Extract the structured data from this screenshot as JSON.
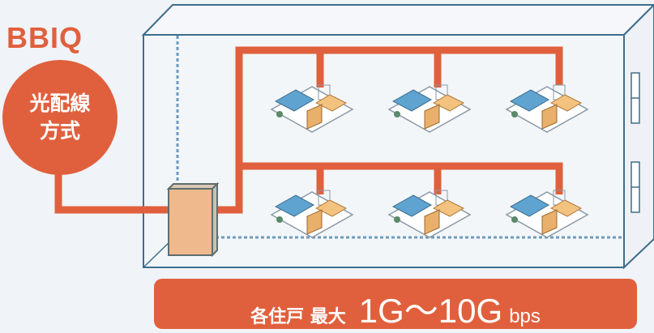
{
  "brand": "BBIQ",
  "method": {
    "line1": "光配線",
    "line2": "方式"
  },
  "banner": {
    "prefix": "各住戸 最大",
    "speed": "1G～10G",
    "unit": "bps"
  },
  "colors": {
    "accent": "#e0603d",
    "building": "#3d6e8c",
    "box": "#f0b98d"
  }
}
